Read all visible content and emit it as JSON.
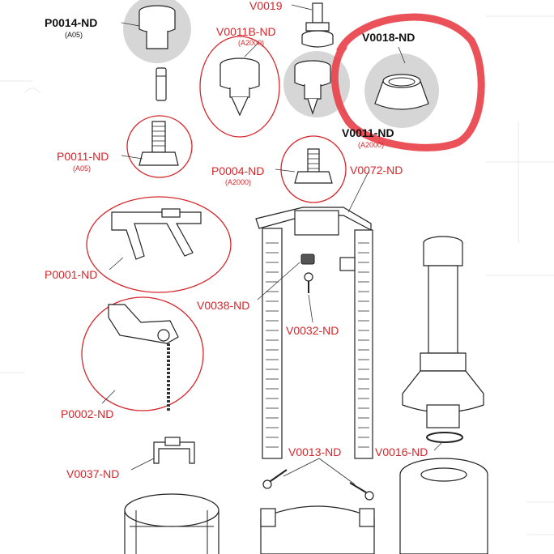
{
  "parts": [
    {
      "code": "P0014-ND",
      "sub": "(A05)",
      "color": "#111111",
      "bold": true
    },
    {
      "code": "V0019",
      "sub": "",
      "color": "#d6262b",
      "bold": false
    },
    {
      "code": "V0011B-ND",
      "sub": "(A2000)",
      "color": "#d6262b",
      "bold": false
    },
    {
      "code": "V0018-ND",
      "sub": "",
      "color": "#111111",
      "bold": true
    },
    {
      "code": "V0011-ND",
      "sub": "(A2000)",
      "color": "#111111",
      "bold": true
    },
    {
      "code": "P0011-ND",
      "sub": "(A05)",
      "color": "#d6262b",
      "bold": false
    },
    {
      "code": "P0004-ND",
      "sub": "(A2000)",
      "color": "#d6262b",
      "bold": false
    },
    {
      "code": "V0072-ND",
      "sub": "",
      "color": "#d6262b",
      "bold": false
    },
    {
      "code": "P0001-ND",
      "sub": "",
      "color": "#d6262b",
      "bold": false
    },
    {
      "code": "V0038-ND",
      "sub": "",
      "color": "#d6262b",
      "bold": false
    },
    {
      "code": "V0032-ND",
      "sub": "",
      "color": "#d6262b",
      "bold": false
    },
    {
      "code": "P0002-ND",
      "sub": "",
      "color": "#d6262b",
      "bold": false
    },
    {
      "code": "V0037-ND",
      "sub": "",
      "color": "#d6262b",
      "bold": false
    },
    {
      "code": "V0013-ND",
      "sub": "",
      "color": "#d6262b",
      "bold": false
    },
    {
      "code": "V0016-ND",
      "sub": "",
      "color": "#d6262b",
      "bold": false
    }
  ],
  "colors": {
    "accent_red": "#d6262b",
    "highlight_marker": "#e8424a",
    "shade_gray": "#d6d6d6"
  }
}
